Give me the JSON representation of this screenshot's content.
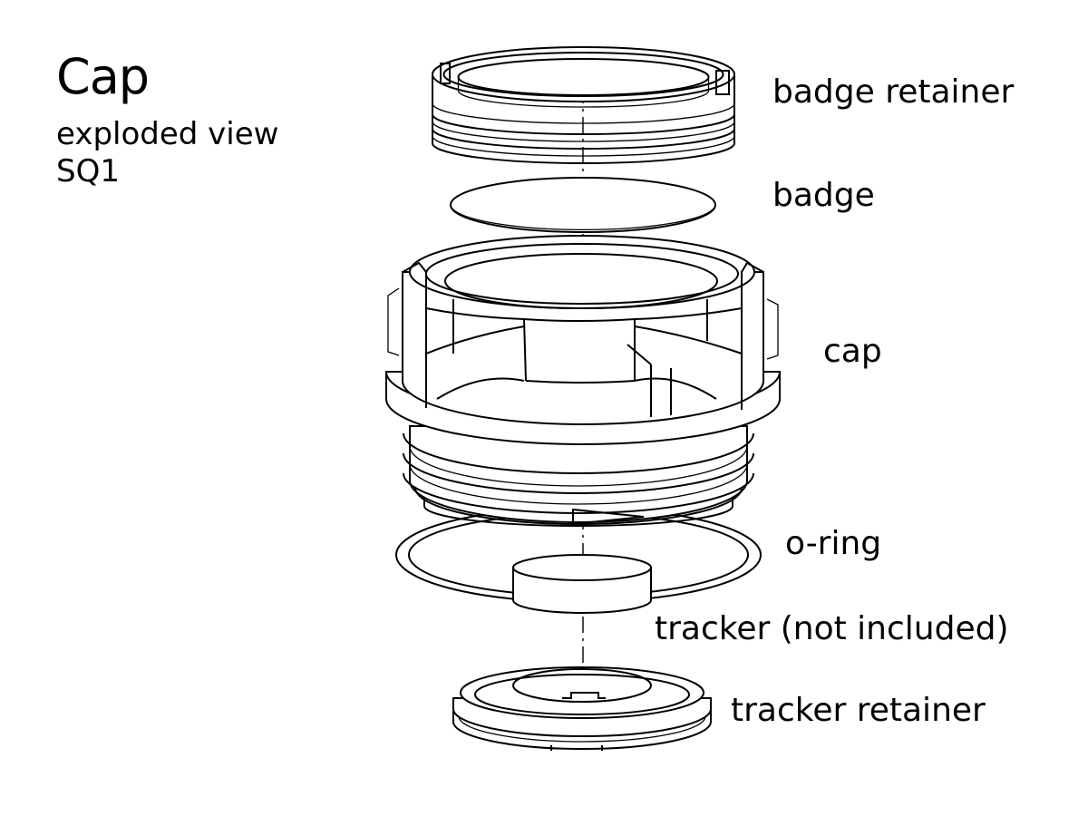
{
  "title": "Cap",
  "subtitle": "exploded view",
  "model": "SQ1",
  "parts": [
    {
      "id": "badge-retainer",
      "label": "badge retainer"
    },
    {
      "id": "badge",
      "label": "badge"
    },
    {
      "id": "cap",
      "label": "cap"
    },
    {
      "id": "o-ring",
      "label": "o-ring"
    },
    {
      "id": "tracker",
      "label": "tracker (not included)"
    },
    {
      "id": "tracker-retainer",
      "label": "tracker retainer"
    }
  ],
  "colors": {
    "line": "#000000",
    "background": "#ffffff"
  }
}
